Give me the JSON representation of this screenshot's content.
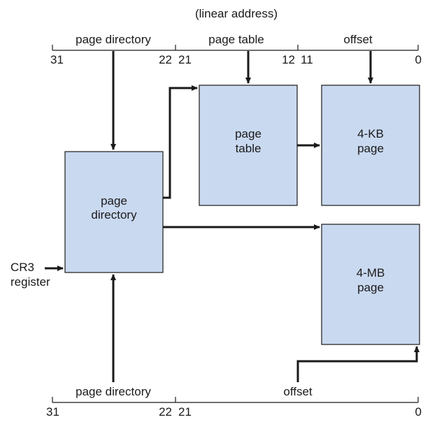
{
  "caption": "(linear address)",
  "top_fields": {
    "dir_label": "page directory",
    "table_label": "page table",
    "offset_label": "offset",
    "bits": [
      "31",
      "22",
      "21",
      "12",
      "11",
      "0"
    ]
  },
  "boxes": {
    "page_directory": [
      "page",
      "directory"
    ],
    "page_table": [
      "page",
      "table"
    ],
    "kb_page": [
      "4-KB",
      "page"
    ],
    "mb_page": [
      "4-MB",
      "page"
    ]
  },
  "cr3_label": [
    "CR3",
    "register"
  ],
  "bottom_fields": {
    "dir_label": "page directory",
    "offset_label": "offset",
    "bits": [
      "31",
      "22",
      "21",
      "0"
    ]
  }
}
